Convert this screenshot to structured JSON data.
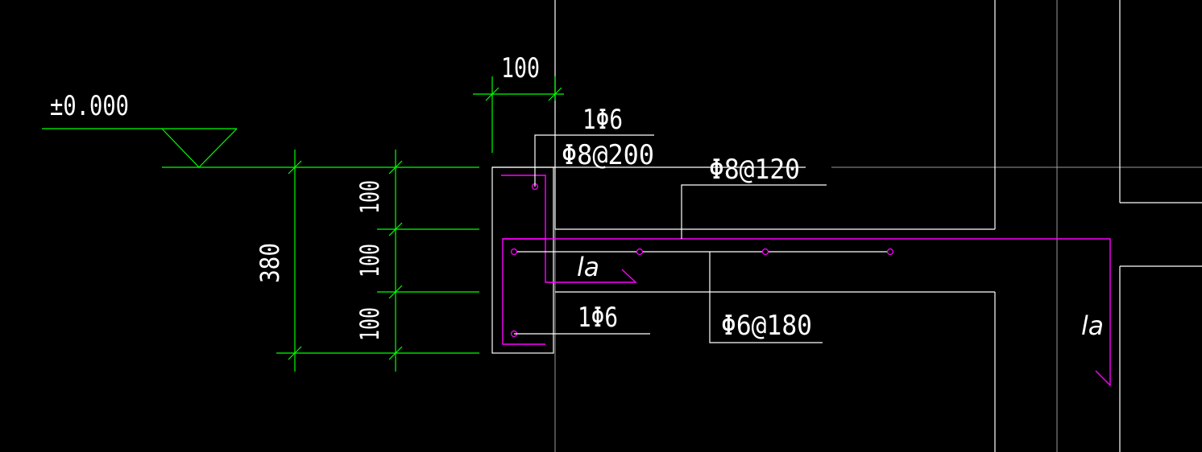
{
  "colors": {
    "background": "#000000",
    "outline": "#ffffff",
    "dimension": "#00ff00",
    "rebar": "#ff00ff",
    "grid": "#9a9a9a"
  },
  "labels": {
    "elevation": "±0.000",
    "dim_width": "100",
    "dim_total_height": "380",
    "dim_segment_top": "100",
    "dim_segment_middle": "100",
    "dim_segment_bottom": "100",
    "rebar_top_corner": "1Φ6",
    "stirrup_beam": "Φ8@200",
    "slab_top_bars": "Φ8@120",
    "rebar_bottom_corner": "1Φ6",
    "distribution_bars": "Φ6@180",
    "anchorage_left": "la",
    "anchorage_right": "la"
  }
}
